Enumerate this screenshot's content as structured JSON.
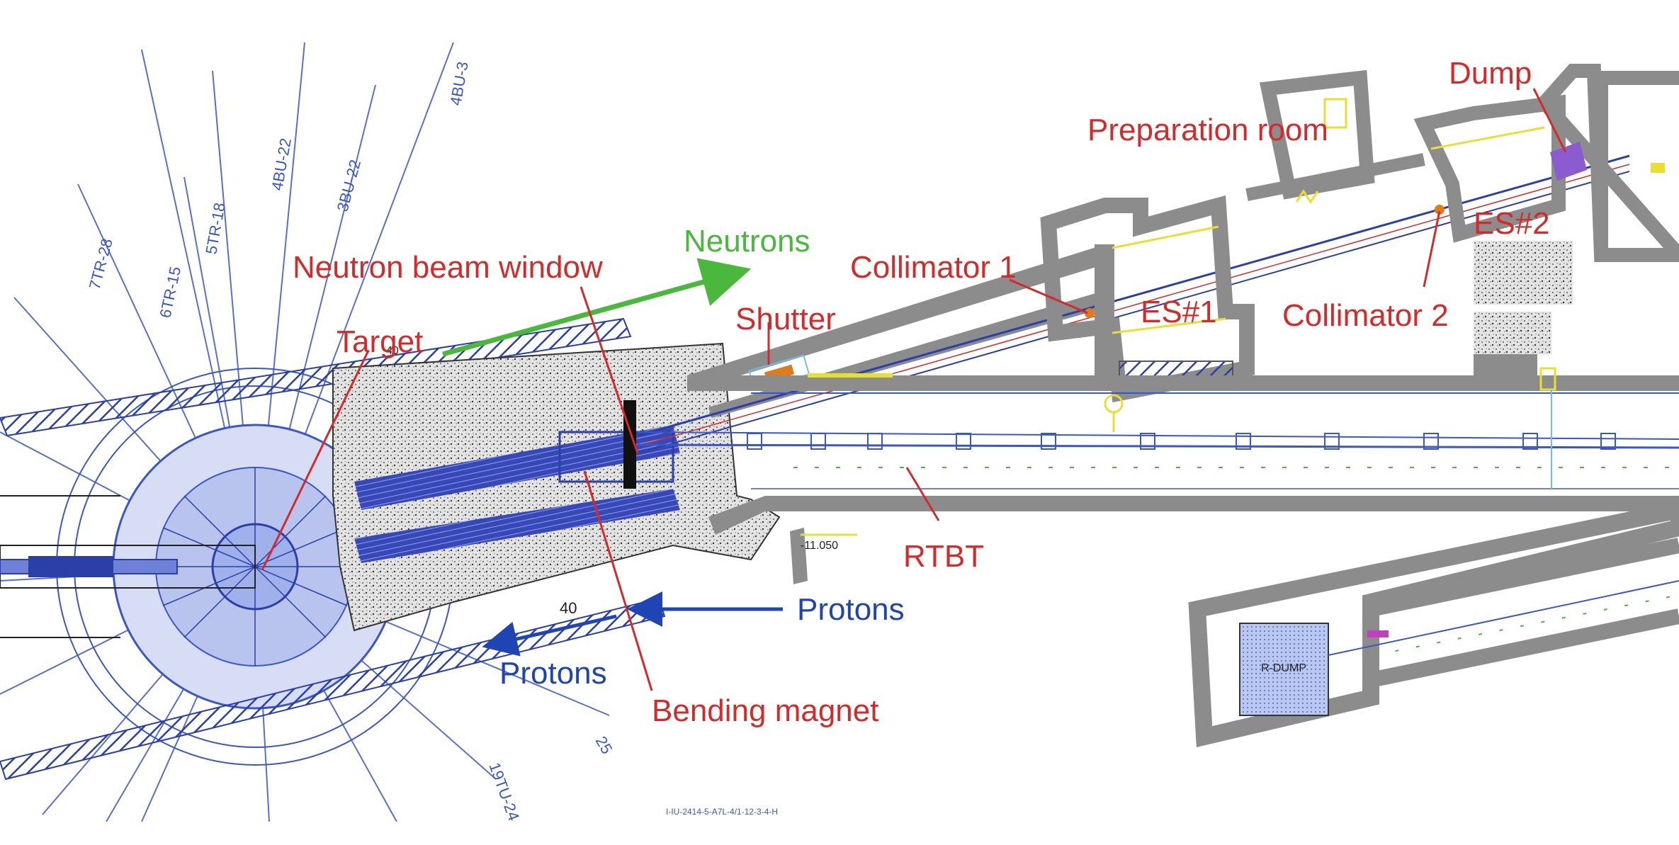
{
  "labels": {
    "dump": "Dump",
    "preparation_room": "Preparation room",
    "es2": "ES#2",
    "neutrons": "Neutrons",
    "neutron_beam_window": "Neutron beam window",
    "collimator_1": "Collimator 1",
    "shutter": "Shutter",
    "target": "Target",
    "es1": "ES#1",
    "collimator_2": "Collimator 2",
    "rtbt": "RTBT",
    "protons_in": "Protons",
    "protons_out": "Protons",
    "bending_magnet": "Bending magnet"
  },
  "drawing_text": {
    "beamline_4bu3": "4BU-3",
    "beamline_4bu2": "4BU-22",
    "beamline_3bu22": "3BU-22",
    "beamline_5tr18": "5TR-18",
    "beamline_7tr28": "7TR-28",
    "beamline_6tr15": "6TR-15",
    "beamline_25": "25",
    "beamline_19tu24": "19TU-24",
    "dim_40_top": "40",
    "dim_40_bottom": "40",
    "elev": "-11.050",
    "rdump": "R-DUMP",
    "drawing_no": "I-IU-2414-5-A7L-4/1-12-3-4-H"
  },
  "colors": {
    "red_label": "#d42a2a",
    "blue_label": "#1f44b4",
    "green_label": "#4ab83c",
    "wall_gray": "#8c8c8c",
    "cad_blue": "#3a57c8",
    "cad_yellow": "#e8e030"
  }
}
